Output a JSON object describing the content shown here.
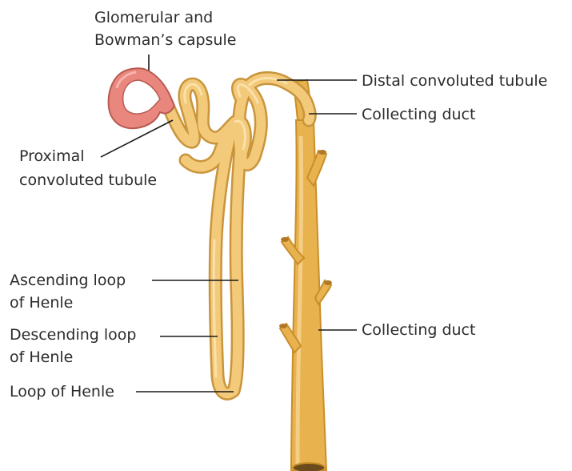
{
  "labels": {
    "glomerular_line1": "Glomerular and",
    "glomerular_line2": "Bowman’s capsule",
    "distal": "Distal convoluted tubule",
    "collecting_top": "Collecting duct",
    "proximal_line1": "Proximal",
    "proximal_line2": "convoluted tubule",
    "ascending_line1": "Ascending loop",
    "ascending_line2": "of Henle",
    "descending_line1": "Descending loop",
    "descending_line2": "of Henle",
    "loop": "Loop of Henle",
    "collecting_bottom": "Collecting duct"
  },
  "colors": {
    "tubule_fill": "#f3c97a",
    "tubule_outline": "#c9953c",
    "tubule_highlight": "#fbe3b0",
    "duct_fill": "#e8b24f",
    "duct_shade": "#c98e2a",
    "capsule_fill": "#e9877e",
    "capsule_outline": "#b85a52",
    "duct_opening": "#6b4a1c"
  }
}
